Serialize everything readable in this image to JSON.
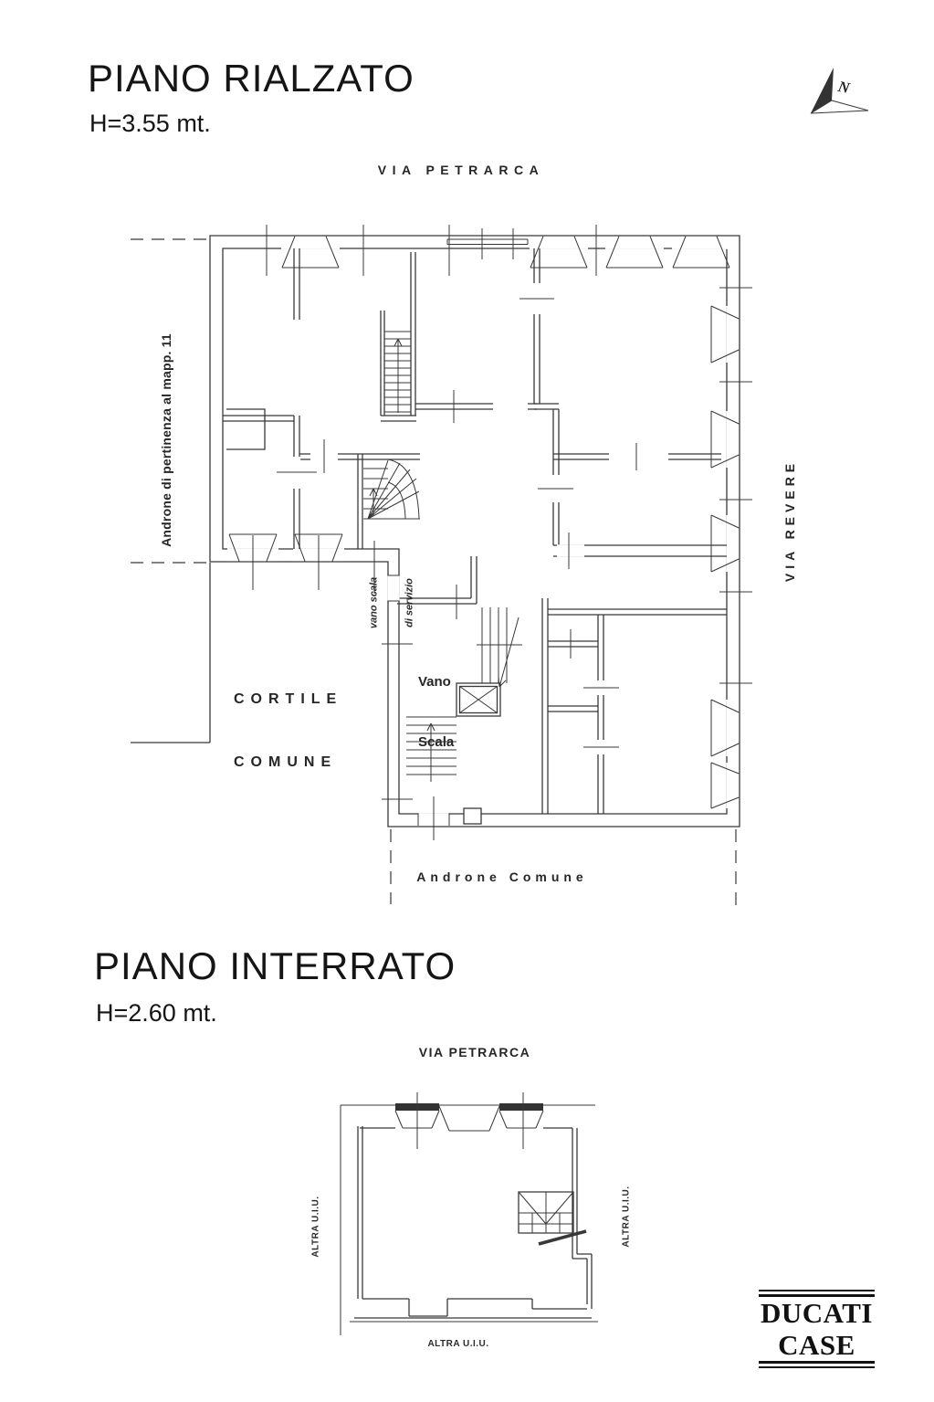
{
  "compass": {
    "letter": "N"
  },
  "upper_plan": {
    "title": "PIANO RIALZATO",
    "height_note": "H=3.55 mt.",
    "street_top": "VIA PETRARCA",
    "street_right": "VIA REVERE",
    "andron_left": "Androne di pertinenza al mapp. 11",
    "courtyard": [
      "CORTILE",
      "COMUNE"
    ],
    "service_stair": [
      "vano scala",
      "di servizio"
    ],
    "stairwell": [
      "Vano",
      "Scala"
    ],
    "andron_bottom": "Androne Comune"
  },
  "lower_plan": {
    "title": "PIANO INTERRATO",
    "height_note": "H=2.60 mt.",
    "street_top": "VIA PETRARCA",
    "other_unit_left": "ALTRA U.I.U.",
    "other_unit_right": "ALTRA U.I.U.",
    "other_unit_bottom": "ALTRA U.I.U."
  },
  "logo": {
    "line1": "DUCATI",
    "line2": "CASE"
  }
}
